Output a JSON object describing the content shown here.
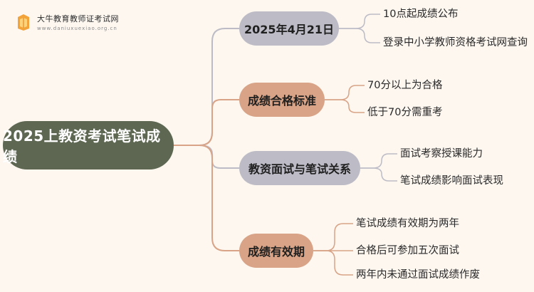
{
  "logo": {
    "title": "大牛教育教师证考试网",
    "url": "www.daniuxuexiao.org.cn",
    "icon": "book-icon"
  },
  "root": {
    "label": "2025上教资考试笔试成绩"
  },
  "branches": [
    {
      "label": "2025年4月21日",
      "items": [
        "10点起成绩公布",
        "登录中小学教师资格考试网查询"
      ]
    },
    {
      "label": "成绩合格标准",
      "items": [
        "70分以上为合格",
        "低于70分需重考"
      ]
    },
    {
      "label": "教资面试与笔试关系",
      "items": [
        "面试考察授课能力",
        "笔试成绩影响面试表现"
      ]
    },
    {
      "label": "成绩有效期",
      "items": [
        "笔试成绩有效期为两年",
        "合格后可参加五次面试",
        "两年内未通过面试成绩作废"
      ]
    }
  ],
  "colors": {
    "root": "#5d6752",
    "branch_grey": "#bdbcc6",
    "branch_tan": "#d8a386",
    "connector_root": "#d8a386",
    "connector_grey": "#bdbcc6",
    "background": "#fdf7f0"
  }
}
